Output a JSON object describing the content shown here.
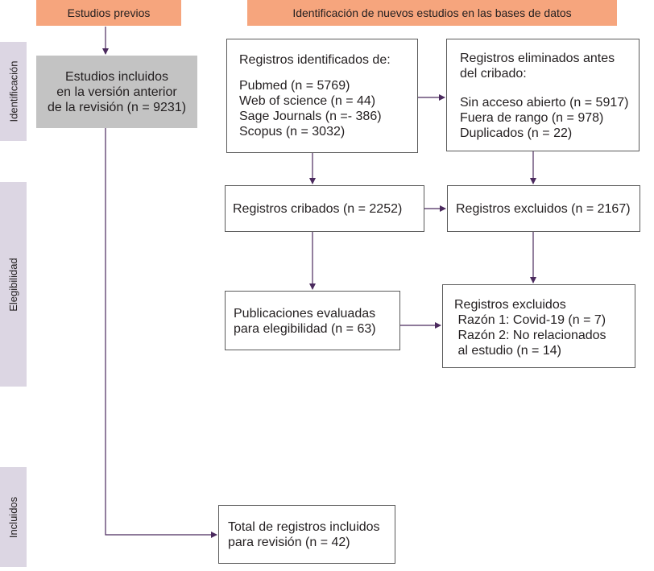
{
  "headers": {
    "previous": "Estudios previos",
    "new": "Identificación de nuevos estudios en las bases de datos"
  },
  "phases": {
    "identification": "Identificación",
    "eligibility": "Elegibilidad",
    "included": "Incluidos"
  },
  "previous_studies": {
    "lines": [
      "Estudios incluidos",
      "en la versión anterior",
      "de la revisión (n = 9231)"
    ]
  },
  "identified": {
    "title": "Registros identificados de:",
    "lines": [
      "Pubmed (n = 5769)",
      "Web of science (n = 44)",
      "Sage Journals (n =- 386)",
      "Scopus (n = 3032)"
    ]
  },
  "removed": {
    "title_lines": [
      "Registros eliminados antes",
      "del cribado:"
    ],
    "lines": [
      "Sin acceso abierto (n = 5917)",
      "Fuera de rango (n = 978)",
      "Duplicados (n = 22)"
    ]
  },
  "screened": {
    "text": "Registros cribados (n = 2252)"
  },
  "excluded1": {
    "text": "Registros excluidos (n = 2167)"
  },
  "assessed": {
    "lines": [
      "Publicaciones evaluadas",
      "para elegibilidad (n = 63)"
    ]
  },
  "excluded2": {
    "lines": [
      "Registros excluidos",
      " Razón 1: Covid-19 (n = 7)",
      " Razón 2: No relacionados",
      " al estudio (n = 14)"
    ]
  },
  "total": {
    "lines": [
      "Total de registros incluidos",
      "para revisión (n = 42)"
    ]
  },
  "colors": {
    "header": "#f6a57d",
    "side": "#dcd6e3",
    "grey_box": "#c3c3c3",
    "arrow": "#4b2a5e"
  }
}
